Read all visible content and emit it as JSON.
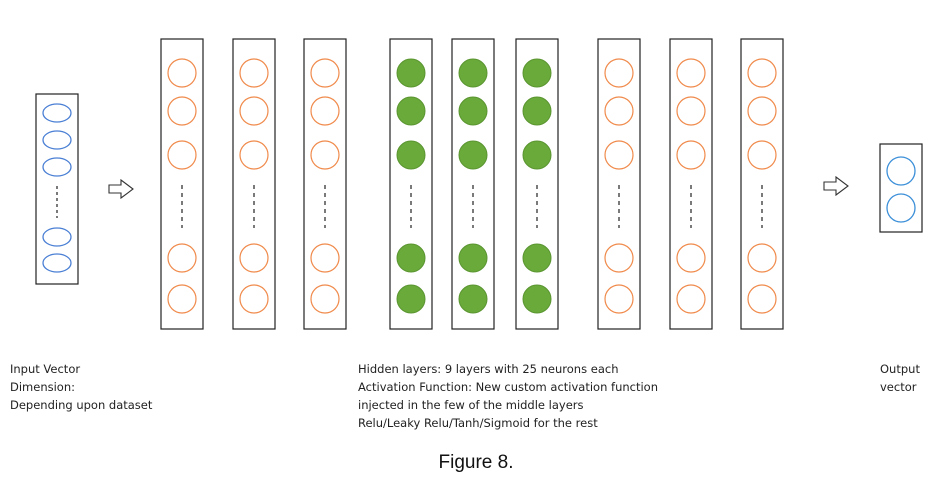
{
  "diagram": {
    "input_caption": [
      "Input Vector",
      "Dimension:",
      "Depending upon dataset"
    ],
    "hidden_caption": [
      "Hidden layers: 9 layers with 25 neurons each",
      "Activation Function: New custom activation function",
      "injected in the few of the middle layers",
      "Relu/Leaky Relu/Tanh/Sigmoid for the rest"
    ],
    "output_caption": [
      "Output",
      "vector"
    ],
    "figure_caption": "Figure 8.",
    "layers": [
      {
        "kind": "hidden",
        "style": "standard"
      },
      {
        "kind": "hidden",
        "style": "standard"
      },
      {
        "kind": "hidden",
        "style": "standard"
      },
      {
        "kind": "hidden",
        "style": "custom"
      },
      {
        "kind": "hidden",
        "style": "custom"
      },
      {
        "kind": "hidden",
        "style": "custom"
      },
      {
        "kind": "hidden",
        "style": "standard"
      },
      {
        "kind": "hidden",
        "style": "standard"
      },
      {
        "kind": "hidden",
        "style": "standard"
      }
    ],
    "colors": {
      "input_neuron": "#4a7fd4",
      "standard_neuron": "#f08a4b",
      "custom_neuron": "#6aaa3a",
      "output_neuron": "#3b8fd8",
      "layer_border": "#222222"
    },
    "icons": [
      "arrow-right-icon",
      "arrow-right-icon"
    ]
  }
}
